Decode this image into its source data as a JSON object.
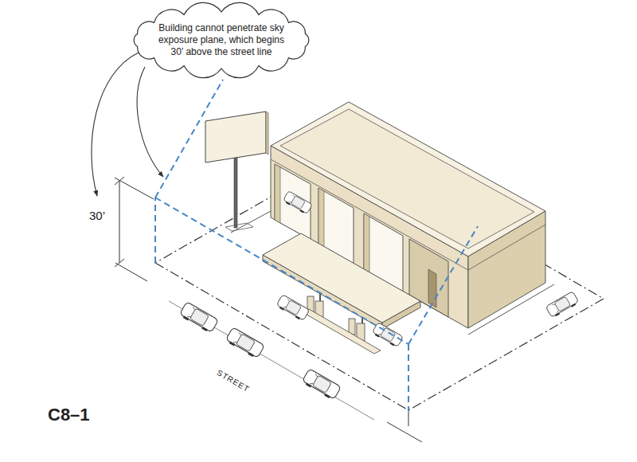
{
  "diagram": {
    "nodes": [
      {
        "text": [
          "Building cannot penetrate sky exposure plane, which begins 30’ above the street line"
        ]
      }
    ],
    "labels": [
      "30’",
      "STREET",
      "C8–1"
    ]
  }
}
